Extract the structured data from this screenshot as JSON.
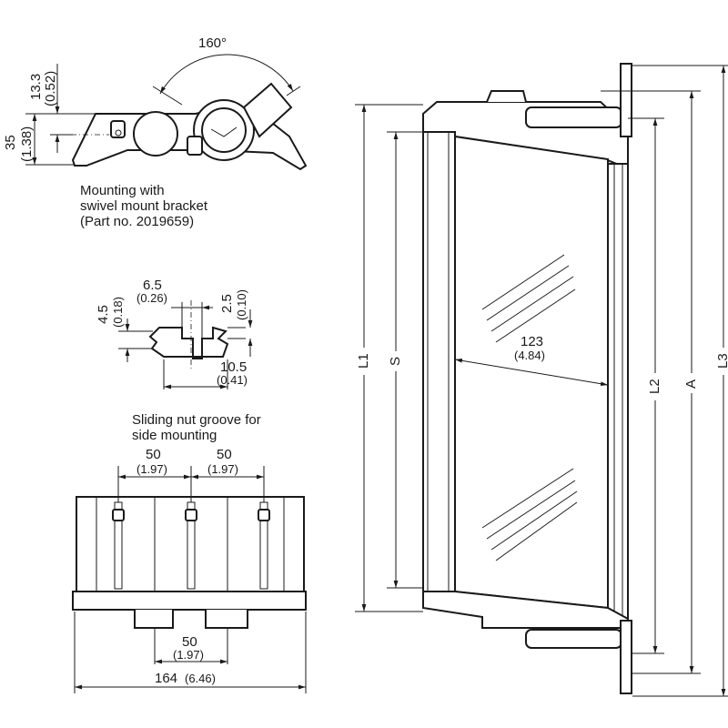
{
  "swivel_view": {
    "angle": "160°",
    "dim_offset": {
      "mm": "13.3",
      "in": "(0.52)"
    },
    "dim_height": {
      "mm": "35",
      "in": "(1.38)"
    },
    "caption": [
      "Mounting with",
      "swivel mount bracket",
      "(Part no. 2019659)"
    ]
  },
  "groove_view": {
    "dim_width": {
      "mm": "6.5",
      "in": "(0.26)"
    },
    "dim_depth": {
      "mm": "2.5",
      "in": "(0.10)"
    },
    "dim_height": {
      "mm": "4.5",
      "in": "(0.18)"
    },
    "dim_outer": {
      "mm": "10.5",
      "in": "(0.41)"
    },
    "caption": [
      "Sliding nut groove for",
      "side mounting"
    ]
  },
  "bottom_view": {
    "pitch_1": {
      "mm": "50",
      "in": "(1.97)"
    },
    "pitch_2": {
      "mm": "50",
      "in": "(1.97)"
    },
    "foot_spacing": {
      "mm": "50",
      "in": "(1.97)"
    },
    "total_width": {
      "mm": "164",
      "in": "(6.46)"
    }
  },
  "front_view": {
    "glass_width": {
      "mm": "123",
      "in": "(4.84)"
    },
    "labels": {
      "l1": "L1",
      "s": "S",
      "l2": "L2",
      "a": "A",
      "l3": "L3"
    }
  }
}
